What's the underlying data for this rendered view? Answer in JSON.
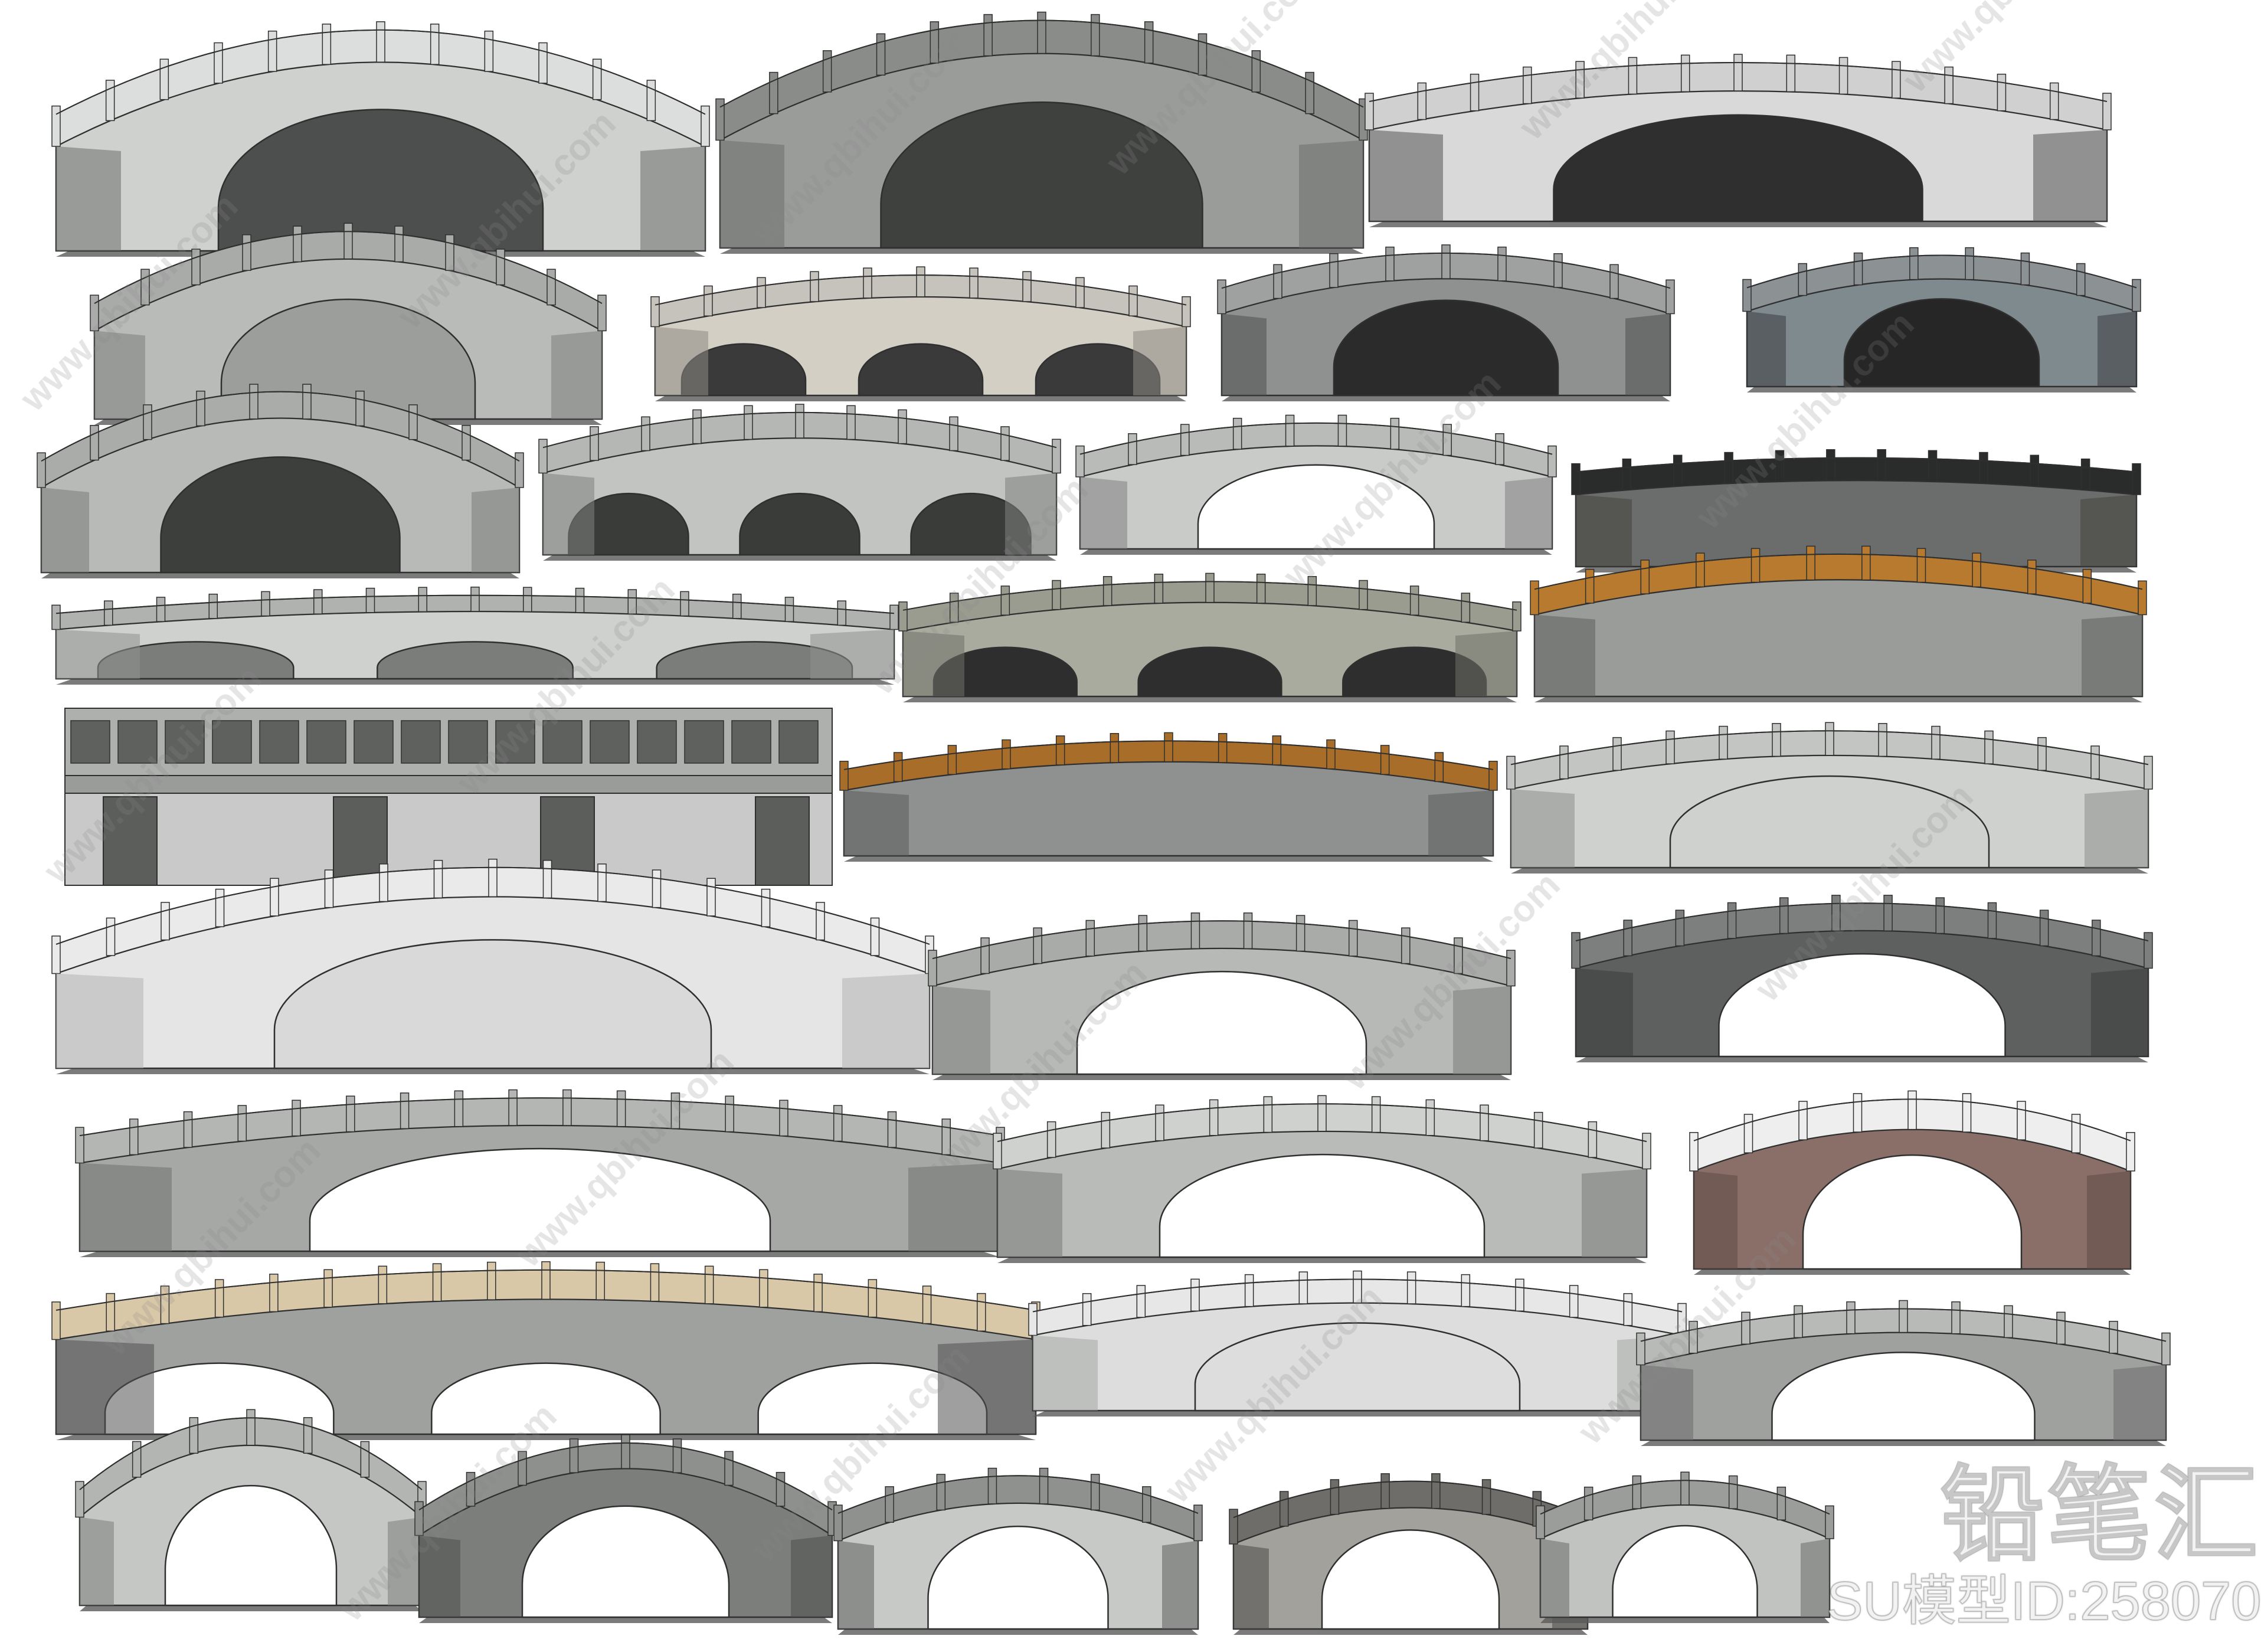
{
  "watermark": {
    "site_text": "www.qbihui.com",
    "brand": "铅笔汇",
    "model_id_text": "SU模型ID:258070"
  },
  "bridges": [
    {
      "style": "hump",
      "fill": "#cfd1cf",
      "rail": "#dcdedd",
      "abut": "#6d6f6e",
      "arch": "#4d4f4e"
    },
    {
      "style": "hump",
      "fill": "#9a9c9a",
      "rail": "#8a8c8a",
      "abut": "#6d6f6e",
      "arch": "#3f413f"
    },
    {
      "style": "flat-arch",
      "fill": "#d8d9d8",
      "rail": "#cfd0cf",
      "abut": "#555555",
      "arch": "#2f2f2f"
    },
    {
      "style": "hump",
      "fill": "#b9bbb9",
      "rail": "#a9aba9",
      "abut": "#7d7f7d",
      "arch": "#9c9e9c"
    },
    {
      "style": "multi-arch",
      "fill": "#d4cfc4",
      "rail": "#c6c3bc",
      "abut": "#8d8a83",
      "arch": "#3a3a3a"
    },
    {
      "style": "flat-arch",
      "fill": "#8f9190",
      "rail": "#9fa1a0",
      "abut": "#4f5150",
      "arch": "#2b2b2b"
    },
    {
      "style": "flat-arch",
      "fill": "#7f8a8e",
      "rail": "#8c9194",
      "abut": "#3a3d3f",
      "arch": "#262626"
    },
    {
      "style": "hump",
      "fill": "#b8bab8",
      "rail": "#aaacaa",
      "abut": "#7a7c7a",
      "arch": "#3d3f3d"
    },
    {
      "style": "multi-arch",
      "fill": "#c2c4c2",
      "rail": "#b5b7b5",
      "abut": "#7f817f",
      "arch": "#3a3c3a"
    },
    {
      "style": "single-arch",
      "fill": "#c9cbc9",
      "rail": "#b9bbb9",
      "abut": "#808280",
      "arch": "#ffffff"
    },
    {
      "style": "iron",
      "fill": "#6a6d6c",
      "rail": "#2a2c2b",
      "abut": "#44423e",
      "arch": "#3a3c3b"
    },
    {
      "style": "long-low",
      "fill": "#cfd1cf",
      "rail": "#b0b2b0",
      "abut": "#8f918f",
      "arch": "#7b7d7b"
    },
    {
      "style": "multi-arch",
      "fill": "#a9ab9e",
      "rail": "#9a9c90",
      "abut": "#6f7168",
      "arch": "#2e2e2e"
    },
    {
      "style": "wood",
      "fill": "#9a9c9a",
      "rail": "#b77a2e",
      "abut": "#5f615f",
      "arch": "#444444"
    },
    {
      "style": "flat-beam",
      "fill": "#c8c9c8",
      "rail": "#aeb0ae",
      "abut": "#5c5e5c",
      "arch": "#5c5e5c"
    },
    {
      "style": "wood",
      "fill": "#8f9190",
      "rail": "#a86d28",
      "abut": "#5a5c5a",
      "arch": "#444444"
    },
    {
      "style": "flat-arch",
      "fill": "#cfd1cf",
      "rail": "#c3c5c3",
      "abut": "#8d8f8d",
      "arch": "#cfd1cf"
    },
    {
      "style": "hump",
      "fill": "#e4e5e4",
      "rail": "#e9eae9",
      "abut": "#b3b5b3",
      "arch": "#d8d9d8"
    },
    {
      "style": "single-arch",
      "fill": "#b7b9b7",
      "rail": "#a9aba9",
      "abut": "#7c7e7c",
      "arch": "#ffffff"
    },
    {
      "style": "single-arch",
      "fill": "#5e605f",
      "rail": "#7d7f7e",
      "abut": "#3a3c3b",
      "arch": "#ffffff"
    },
    {
      "style": "flat-arch",
      "fill": "#a6a8a6",
      "rail": "#b4b6b4",
      "abut": "#6f716f",
      "arch": "#ffffff"
    },
    {
      "style": "single-arch",
      "fill": "#b9bbb9",
      "rail": "#cfd1cf",
      "abut": "#7a7c7a",
      "arch": "#ffffff"
    },
    {
      "style": "single-arch",
      "fill": "#8a6f68",
      "rail": "#eeeeee",
      "abut": "#5e4b46",
      "arch": "#ffffff"
    },
    {
      "style": "multi-arch",
      "fill": "#9fa19f",
      "rail": "#d9c8a8",
      "abut": "#4f514f",
      "arch": "#ffffff"
    },
    {
      "style": "flat-arch",
      "fill": "#dcdddc",
      "rail": "#e6e7e6",
      "abut": "#a5a7a5",
      "arch": "#dcdddc"
    },
    {
      "style": "single-arch",
      "fill": "#9fa19f",
      "rail": "#b8bab8",
      "abut": "#6a6c6a",
      "arch": "#ffffff"
    },
    {
      "style": "hump",
      "fill": "#c5c7c5",
      "rail": "#b3b5b3",
      "abut": "#7b7d7b",
      "arch": "#ffffff"
    },
    {
      "style": "hump",
      "fill": "#7c7e7c",
      "rail": "#8e908e",
      "abut": "#4c4e4c",
      "arch": "#ffffff"
    },
    {
      "style": "single-arch",
      "fill": "#c7c9c7",
      "rail": "#8f918f",
      "abut": "#5c5e5c",
      "arch": "#ffffff"
    },
    {
      "style": "single-arch",
      "fill": "#a3a19c",
      "rail": "#6f6d69",
      "abut": "#4d4b48",
      "arch": "#ffffff"
    },
    {
      "style": "single-arch",
      "fill": "#c1c3c1",
      "rail": "#9b9d9b",
      "abut": "#6a6c6a",
      "arch": "#ffffff"
    }
  ]
}
